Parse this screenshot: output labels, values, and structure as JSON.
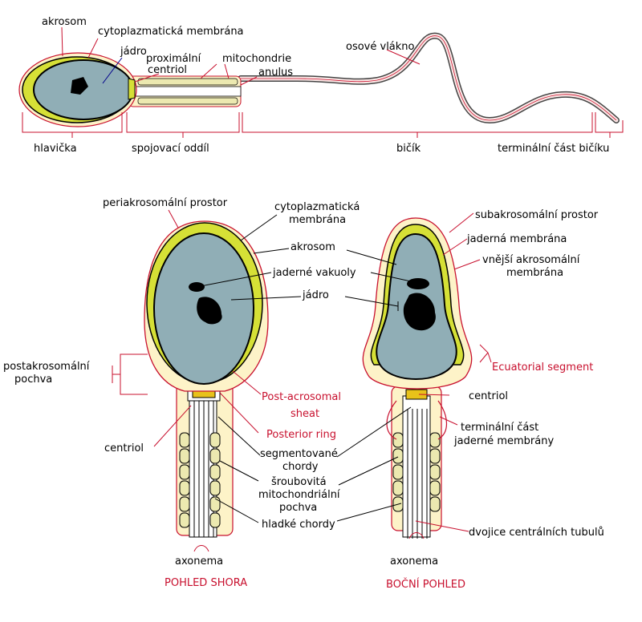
{
  "top": {
    "akrosom": "akrosom",
    "cytoplasmic_membrane": "cytoplazmatická membrána",
    "nucleus": "jádro",
    "proximal_centriole_1": "proximální",
    "proximal_centriole_2": "centriol",
    "mitochondria": "mitochondrie",
    "anulus": "anulus",
    "axial_filament": "osové vlákno",
    "head": "hlavička",
    "connecting_piece": "spojovací oddíl",
    "flagellum": "bičík",
    "terminal_piece": "terminální část bičíku"
  },
  "left": {
    "periacrosomal_space": "periakrosomální prostor",
    "cytoplasmic_membrane_1": "cytoplazmatická",
    "cytoplasmic_membrane_2": "membrána",
    "acrosome": "akrosom",
    "nuclear_vacuoles": "jaderné vakuoly",
    "nucleus": "jádro",
    "postacrosomal_sheath_1": "postakrosomální",
    "postacrosomal_sheath_2": "pochva",
    "post_acrosomal_sheat_1": "Post-acrosomal",
    "post_acrosomal_sheat_2": "sheat",
    "posterior_ring": "Posterior ring",
    "centriole": "centriol",
    "segmented_columns_1": "segmentované",
    "segmented_columns_2": "chordy",
    "helical_sheath_1": "šroubovitá",
    "helical_sheath_2": "mitochondriální",
    "helical_sheath_3": "pochva",
    "smooth_columns": "hladké chordy",
    "axonema": "axonema",
    "view": "POHLED SHORA"
  },
  "right": {
    "subacrosomal_space": "subakrosomální prostor",
    "nuclear_membrane": "jaderná membrána",
    "outer_acrosomal_1": "vnější akrosomální",
    "outer_acrosomal_2": "membrána",
    "equatorial_segment": "Ecuatorial segment",
    "centriole": "centriol",
    "terminal_nuclear_1": "terminální část",
    "terminal_nuclear_2": "jaderné membrány",
    "central_pair": "dvojice centrálních tubulů",
    "axonema": "axonema",
    "view": "BOČNÍ POHLED"
  },
  "colors": {
    "nucleus": "#90aeb6",
    "acrosome": "#d6e036",
    "membrane_fill": "#fdf3c8",
    "highlight_red": "#c8102e",
    "mitochondria": "#ece9b0"
  }
}
